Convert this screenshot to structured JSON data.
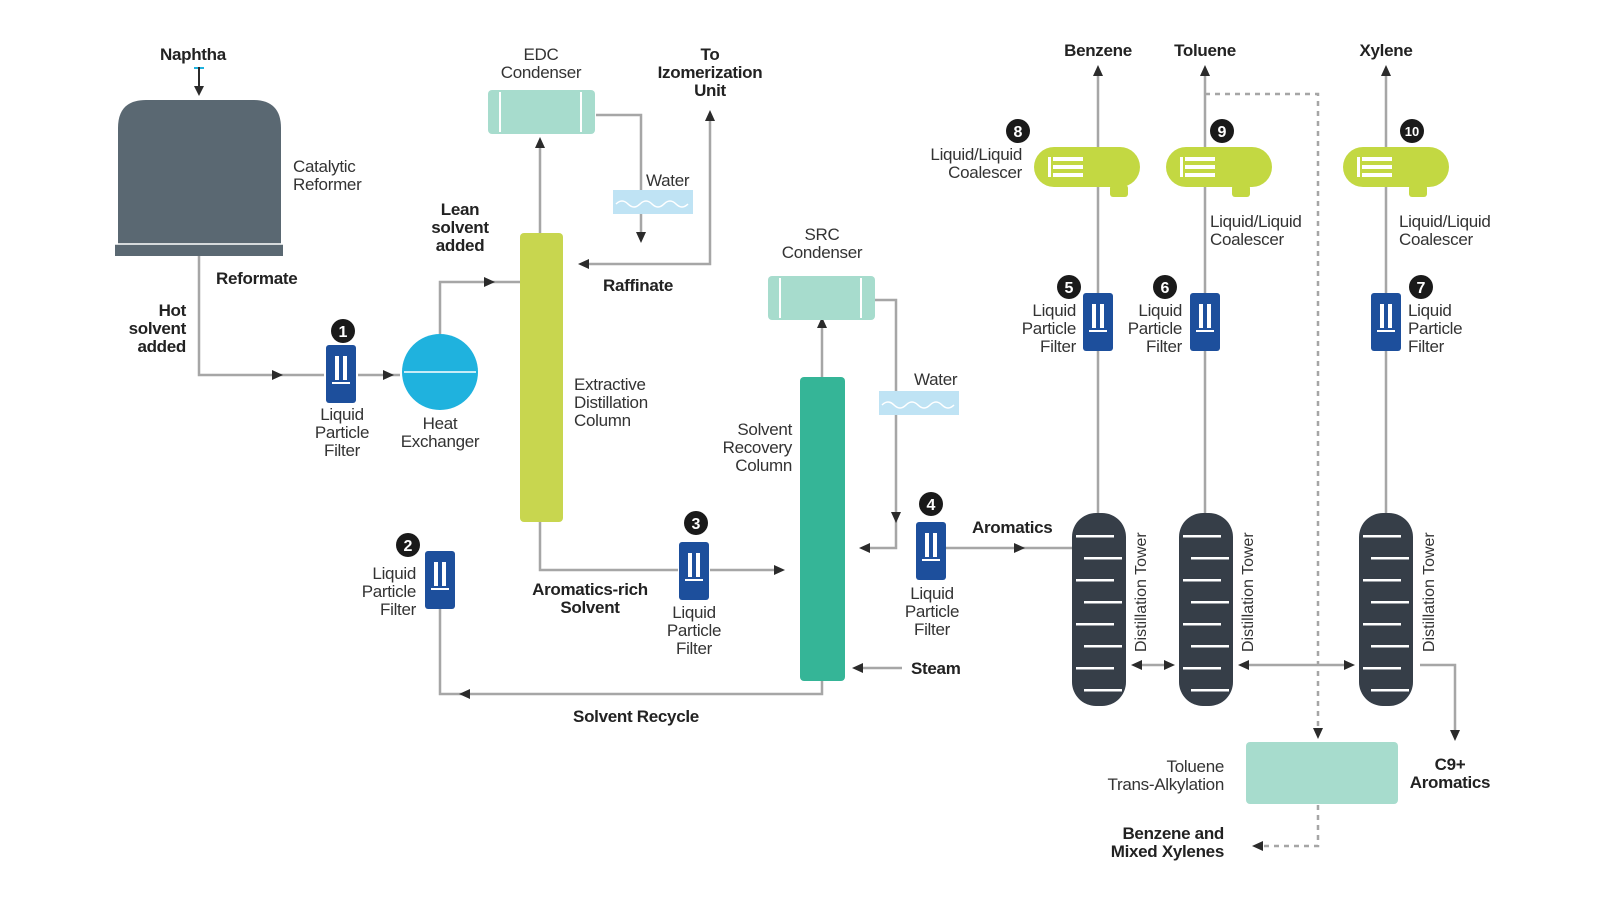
{
  "colors": {
    "line": "#a6a6a6",
    "reformer": "#5a6872",
    "filter": "#1d4f9c",
    "heat_exchanger": "#1fb2de",
    "extractive_column": "#c8d64f",
    "recovery_column": "#35b597",
    "condenser": "#a7dccd",
    "water": "#bfe3f4",
    "coalescer": "#c3d842",
    "tower": "#363e48",
    "transalkylation": "#a7dccd"
  },
  "labels": {
    "naphtha": "Naphtha",
    "catalytic_reformer": "Catalytic\nReformer",
    "reformate": "Reformate",
    "hot_solvent": "Hot\nsolvent\nadded",
    "heat_exchanger": "Heat\nExchanger",
    "lean_solvent": "Lean\nsolvent\nadded",
    "edc_condenser": "EDC\nCondenser",
    "to_izomerization": "To\nIzomerization\nUnit",
    "water": "Water",
    "raffinate": "Raffinate",
    "extractive_column": "Extractive\nDistillation\nColumn",
    "aromatics_rich": "Aromatics-rich\nSolvent",
    "solvent_recycle": "Solvent Recycle",
    "src_condenser": "SRC\nCondenser",
    "solvent_recovery": "Solvent\nRecovery\nColumn",
    "steam": "Steam",
    "aromatics": "Aromatics",
    "benzene": "Benzene",
    "toluene": "Toluene",
    "xylene": "Xylene",
    "liquid_particle_filter": "Liquid\nParticle\nFilter",
    "coalescer": "Liquid/Liquid\nCoalescer",
    "distillation_tower": "Distillation Tower",
    "toluene_transalkylation": "Toluene\nTrans-Alkylation",
    "c9_aromatics": "C9+\nAromatics",
    "benzene_mixed_xylenes": "Benzene and\nMixed Xylenes"
  },
  "badges": [
    "1",
    "2",
    "3",
    "4",
    "5",
    "6",
    "7",
    "8",
    "9",
    "10"
  ]
}
